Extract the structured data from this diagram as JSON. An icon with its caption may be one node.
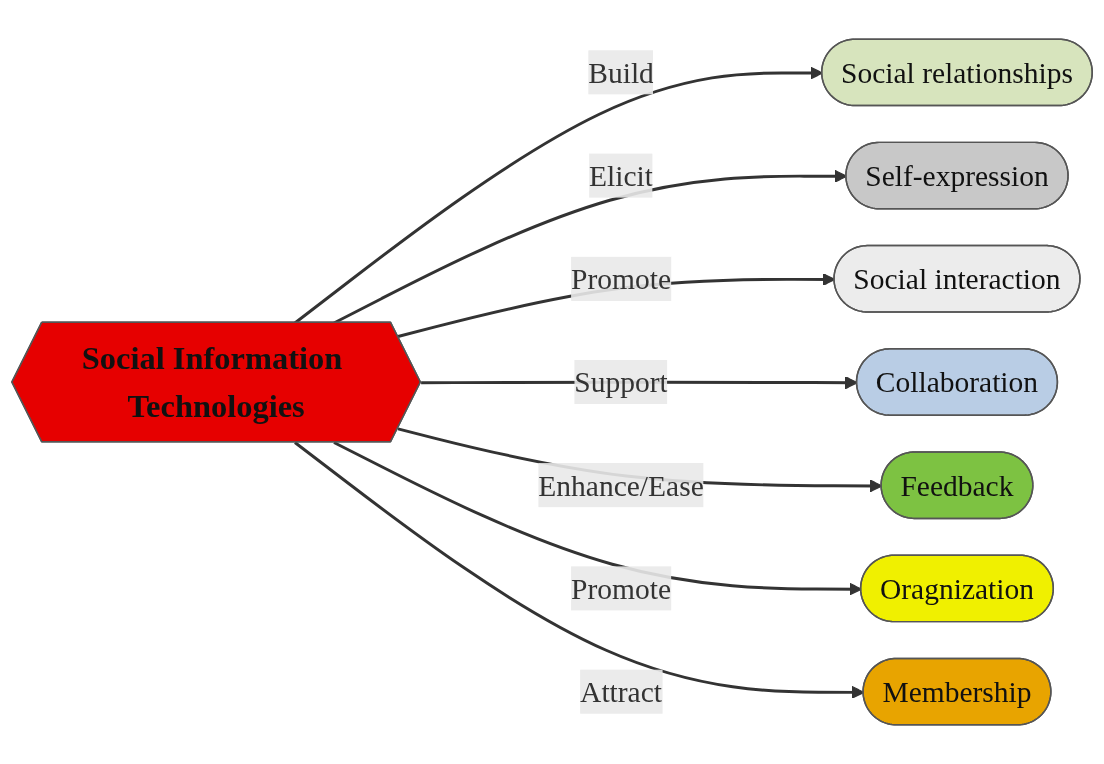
{
  "diagram": {
    "nodes": [
      {
        "text": [
          "Social Information Technologies"
        ]
      },
      {
        "text": [
          "Social relationships"
        ]
      },
      {
        "text": [
          "Self-expression"
        ]
      },
      {
        "text": [
          "Social interaction"
        ]
      },
      {
        "text": [
          "Collaboration"
        ]
      },
      {
        "text": [
          "Feedback"
        ]
      },
      {
        "text": [
          "Oragnization"
        ]
      },
      {
        "text": [
          "Membership"
        ]
      }
    ],
    "edges": [
      {
        "from": 0,
        "to": 1,
        "arrow": "to",
        "label": "Build"
      },
      {
        "from": 0,
        "to": 2,
        "arrow": "to",
        "label": "Elicit"
      },
      {
        "from": 0,
        "to": 3,
        "arrow": "to",
        "label": "Promote"
      },
      {
        "from": 0,
        "to": 4,
        "arrow": "to",
        "label": "Support"
      },
      {
        "from": 0,
        "to": 5,
        "arrow": "to",
        "label": "Enhance/Ease"
      },
      {
        "from": 0,
        "to": 6,
        "arrow": "to",
        "label": "Promote"
      },
      {
        "from": 0,
        "to": 7,
        "arrow": "to",
        "label": "Attract"
      }
    ]
  }
}
